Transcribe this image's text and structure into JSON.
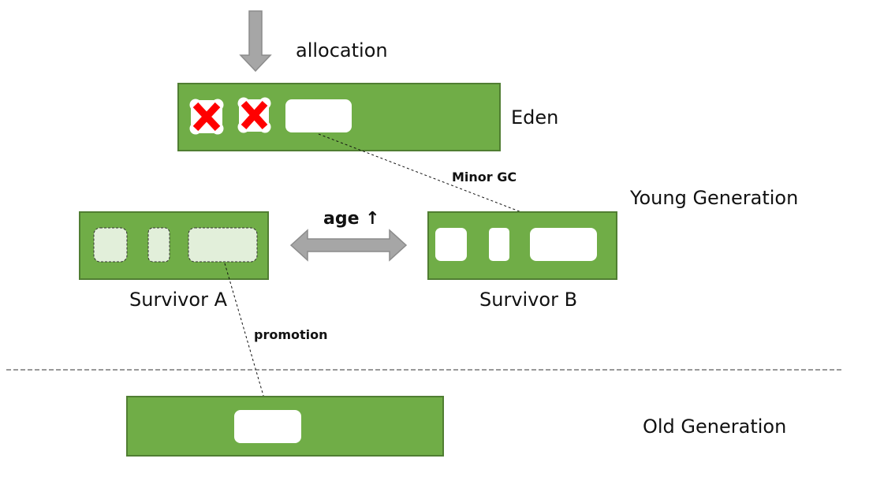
{
  "labels": {
    "allocation": "allocation",
    "eden": "Eden",
    "young_generation": "Young Generation",
    "minor_gc": "Minor GC",
    "age": "age ↑",
    "survivor_a": "Survivor A",
    "survivor_b": "Survivor B",
    "promotion": "promotion",
    "old_generation": "Old Generation"
  },
  "colors": {
    "region_fill": "#70ad47",
    "region_border": "#507e32",
    "object_fill": "#ffffff",
    "faded_object_fill": "#e2efda",
    "delete_mark": "#ff0000",
    "arrow_gray": "#a6a6a6"
  },
  "eden": {
    "deleted_objects": 2,
    "live_objects": 1
  },
  "survivor_a": {
    "objects": 3,
    "state": "copied-from"
  },
  "survivor_b": {
    "objects": 3
  },
  "old_generation": {
    "objects": 1
  }
}
